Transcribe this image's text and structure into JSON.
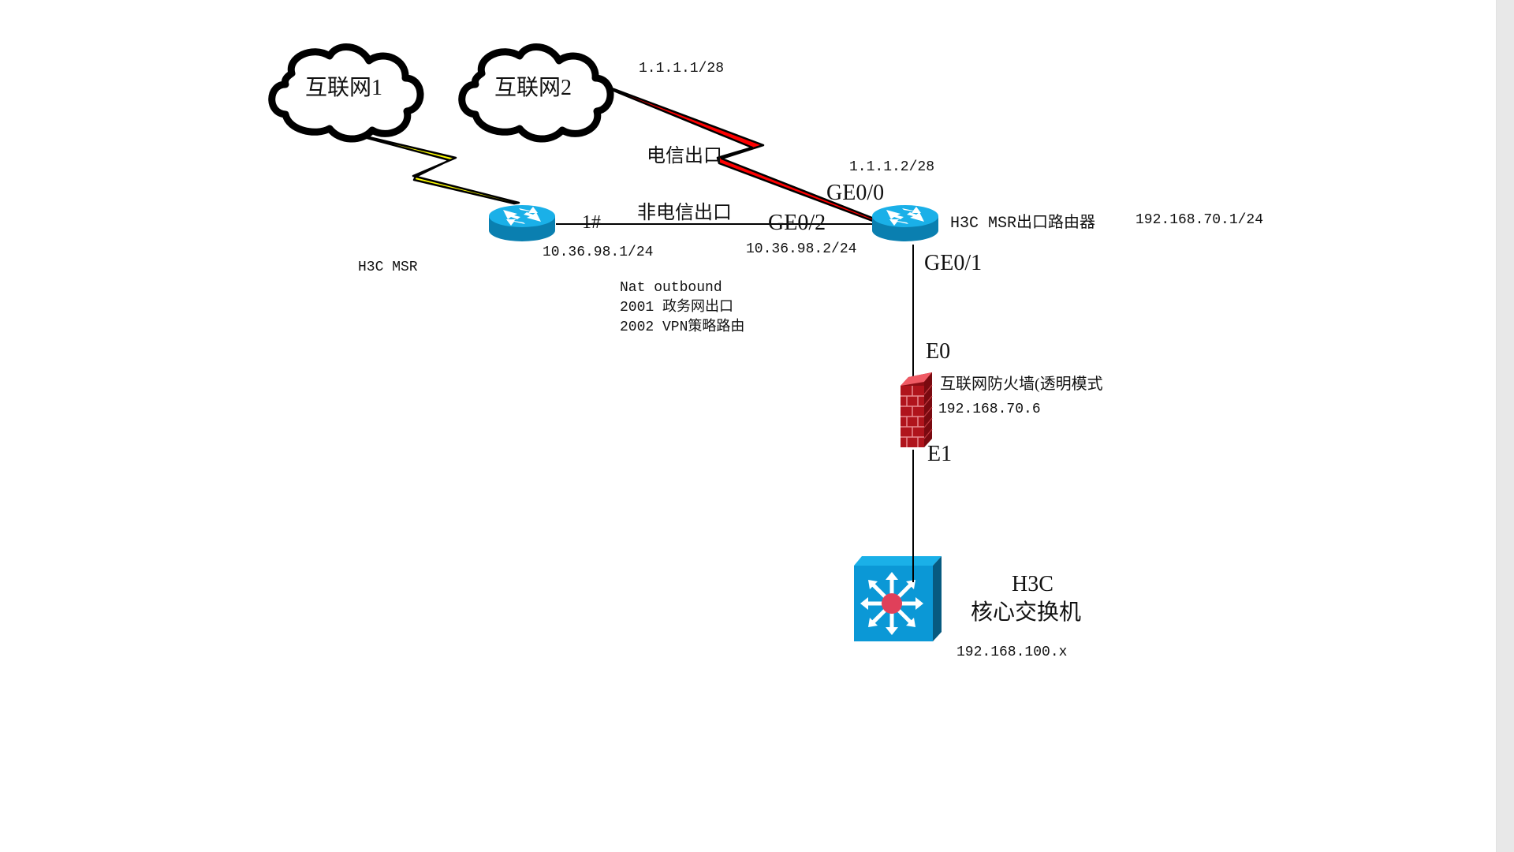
{
  "diagram": {
    "clouds": [
      {
        "id": "internet1",
        "label": "互联网1"
      },
      {
        "id": "internet2",
        "label": "互联网2"
      }
    ],
    "links": [
      {
        "id": "link-internet1-msr",
        "style": "lightning",
        "color": "#ffff00"
      },
      {
        "id": "link-internet2-exit",
        "style": "lightning",
        "color": "#ff0000",
        "label": "电信出口"
      },
      {
        "id": "link-msr-exit",
        "style": "line",
        "label": "非电信出口"
      },
      {
        "id": "link-exit-firewall",
        "style": "line"
      },
      {
        "id": "link-firewall-switch",
        "style": "line"
      }
    ],
    "labels": {
      "ip_internet2": "1.1.1.1/28",
      "ip_exit_ge00": "1.1.1.2/28",
      "ge00": "GE0/0",
      "ge02": "GE0/2",
      "ge01": "GE0/1",
      "port_1hash": "1#",
      "telecom_exit": "电信出口",
      "non_telecom_exit": "非电信出口",
      "ip_msr": "10.36.98.1/24",
      "ip_exit_ge02": "10.36.98.2/24",
      "msr_name": "H3C MSR",
      "exit_router_name": "H3C MSR出口路由器",
      "ip_exit_lan": "192.168.70.1/24",
      "nat_title": "Nat outbound",
      "nat_line1": "2001 政务网出口",
      "nat_line2": "2002 VPN策略路由",
      "e0": "E0",
      "e1": "E1",
      "firewall_name": "互联网防火墙(透明模式",
      "firewall_ip": "192.168.70.6",
      "switch_brand": "H3C",
      "switch_name": "核心交换机",
      "switch_ip": "192.168.100.x"
    },
    "colors": {
      "router_top": "#1ab0e8",
      "router_side": "#0a7fb0",
      "switch_face": "#0b98d6",
      "switch_side": "#075a80",
      "switch_center": "#e0405a",
      "firewall_brick": "#b0141c",
      "telecom_bolt": "#ff0000",
      "other_bolt": "#ffff00"
    }
  }
}
